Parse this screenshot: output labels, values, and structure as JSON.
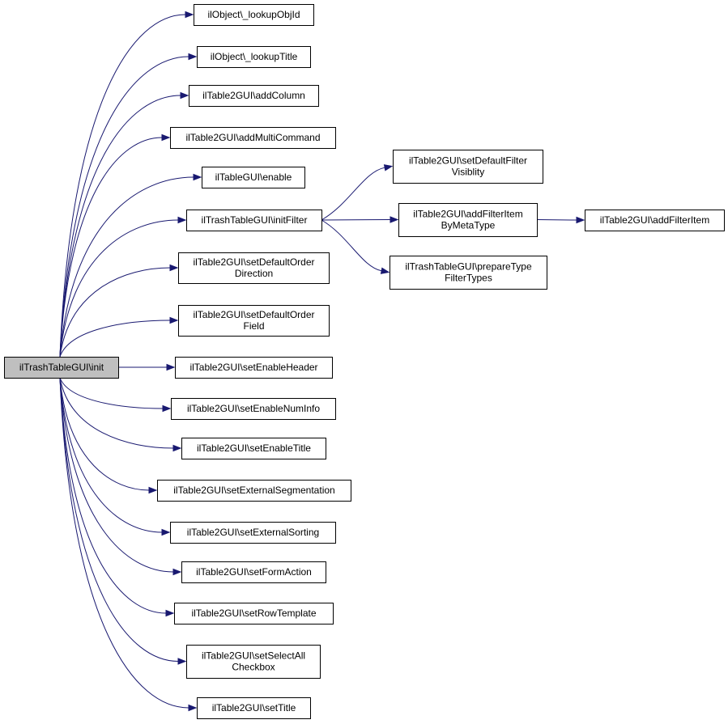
{
  "colors": {
    "edge": "#191970",
    "node_fill": "#ffffff",
    "node_stroke": "#000000",
    "root_fill": "#bfbfbf"
  },
  "nodes": {
    "root": [
      "ilTrashTableGUI\\init"
    ],
    "lookupObjId": [
      "ilObject\\_lookupObjId"
    ],
    "lookupTitle": [
      "ilObject\\_lookupTitle"
    ],
    "addColumn": [
      "ilTable2GUI\\addColumn"
    ],
    "addMultiCommand": [
      "ilTable2GUI\\addMultiCommand"
    ],
    "enable": [
      "ilTableGUI\\enable"
    ],
    "initFilter": [
      "ilTrashTableGUI\\initFilter"
    ],
    "setDefaultOrderDirection": [
      "ilTable2GUI\\setDefaultOrder",
      "Direction"
    ],
    "setDefaultOrderField": [
      "ilTable2GUI\\setDefaultOrder",
      "Field"
    ],
    "setEnableHeader": [
      "ilTable2GUI\\setEnableHeader"
    ],
    "setEnableNumInfo": [
      "ilTable2GUI\\setEnableNumInfo"
    ],
    "setEnableTitle": [
      "ilTable2GUI\\setEnableTitle"
    ],
    "setExternalSegmentation": [
      "ilTable2GUI\\setExternalSegmentation"
    ],
    "setExternalSorting": [
      "ilTable2GUI\\setExternalSorting"
    ],
    "setFormAction": [
      "ilTable2GUI\\setFormAction"
    ],
    "setRowTemplate": [
      "ilTable2GUI\\setRowTemplate"
    ],
    "setSelectAllCheckbox": [
      "ilTable2GUI\\setSelectAll",
      "Checkbox"
    ],
    "setTitle": [
      "ilTable2GUI\\setTitle"
    ],
    "setDefaultFilterVisiblity": [
      "ilTable2GUI\\setDefaultFilter",
      "Visiblity"
    ],
    "addFilterItemByMetaType": [
      "ilTable2GUI\\addFilterItem",
      "ByMetaType"
    ],
    "prepareTypeFilterTypes": [
      "ilTrashTableGUI\\prepareType",
      "FilterTypes"
    ],
    "addFilterItem": [
      "ilTable2GUI\\addFilterItem"
    ]
  },
  "edges": [
    [
      "root",
      "lookupObjId"
    ],
    [
      "root",
      "lookupTitle"
    ],
    [
      "root",
      "addColumn"
    ],
    [
      "root",
      "addMultiCommand"
    ],
    [
      "root",
      "enable"
    ],
    [
      "root",
      "initFilter"
    ],
    [
      "root",
      "setDefaultOrderDirection"
    ],
    [
      "root",
      "setDefaultOrderField"
    ],
    [
      "root",
      "setEnableHeader"
    ],
    [
      "root",
      "setEnableNumInfo"
    ],
    [
      "root",
      "setEnableTitle"
    ],
    [
      "root",
      "setExternalSegmentation"
    ],
    [
      "root",
      "setExternalSorting"
    ],
    [
      "root",
      "setFormAction"
    ],
    [
      "root",
      "setRowTemplate"
    ],
    [
      "root",
      "setSelectAllCheckbox"
    ],
    [
      "root",
      "setTitle"
    ],
    [
      "initFilter",
      "setDefaultFilterVisiblity"
    ],
    [
      "initFilter",
      "addFilterItemByMetaType"
    ],
    [
      "initFilter",
      "prepareTypeFilterTypes"
    ],
    [
      "addFilterItemByMetaType",
      "addFilterItem"
    ]
  ]
}
